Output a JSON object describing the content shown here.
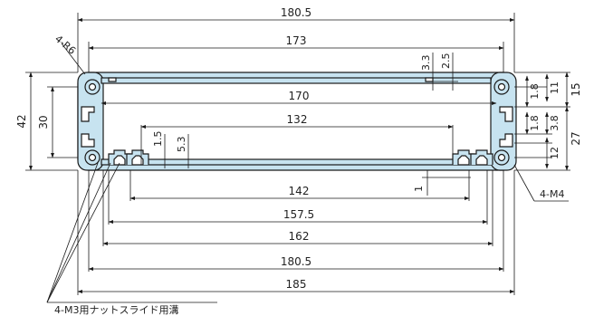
{
  "colors": {
    "profile_fill": "#c7e3f0",
    "profile_stroke": "#1a1a1a",
    "dimension_line": "#1a1a1a",
    "background": "#ffffff"
  },
  "dimensions": {
    "width_top": "180.5",
    "width_inner_top": "173",
    "groove_depth_3_3": "3.3",
    "groove_depth_2_5": "2.5",
    "inner_slot_width": "170",
    "center_slot_width": "132",
    "slot_depth_1_5": "1.5",
    "slot_depth_5_3": "5.3",
    "width_142": "142",
    "width_157_5": "157.5",
    "width_162": "162",
    "width_180_5_bottom": "180.5",
    "width_185": "185",
    "offset_1": "1",
    "height_42": "42",
    "height_30": "30",
    "right_1_8_top": "1.8",
    "right_11": "11",
    "right_15": "15",
    "right_1_8_mid": "1.8",
    "right_3_8": "3.8",
    "right_27": "27",
    "right_12": "12"
  },
  "callouts": {
    "corner_radius": "4-R6",
    "tapped_holes": "4-M4",
    "nut_slide_groove": "4-M3用ナットスライド用溝"
  }
}
